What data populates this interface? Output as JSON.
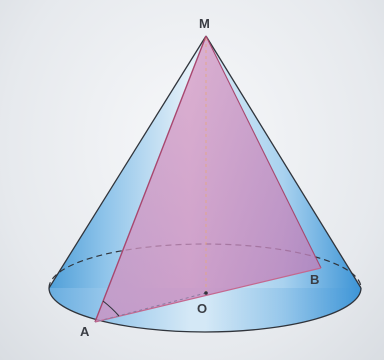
{
  "figure": {
    "labels": {
      "apex": "M",
      "point_a": "A",
      "point_b": "B",
      "center": "O"
    },
    "colors": {
      "cone_blue": "#4aa3df",
      "cone_light": "#dbeefa",
      "section_pink": "#d08ab0",
      "edge": "#30343b",
      "axis": "#e6a87a"
    }
  }
}
